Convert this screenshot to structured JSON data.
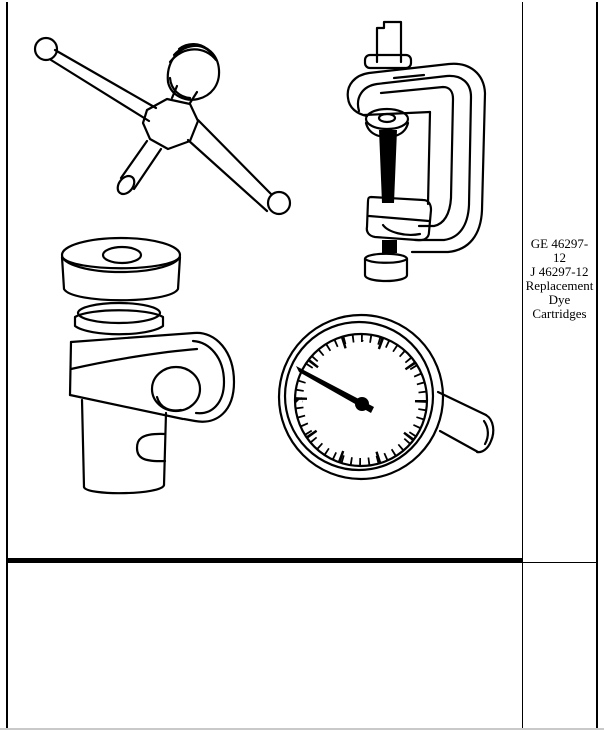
{
  "document": {
    "colors": {
      "ink": "#000000",
      "paper": "#ffffff",
      "faint_rule": "#c9c9c9"
    },
    "table": {
      "label_cell": {
        "lines": [
          "GE 46297-",
          "12",
          "J 46297-12",
          "Replacement",
          "Dye",
          "Cartridges"
        ],
        "text": "GE 46297-12 J 46297-12 Replacement Dye Cartridges"
      },
      "illustration_cell": {
        "drawings": [
          {
            "name": "cross-handle-driver",
            "description": "X-shaped cross handle with ball ends and knurled adapter"
          },
          {
            "name": "c-clamp",
            "description": "C-clamp frame with threaded screw, anvil block and foot"
          },
          {
            "name": "swivel-clamp-fixture",
            "description": "Knurled thumbwheel swivel clamp fixture"
          },
          {
            "name": "dial-indicator",
            "description": "Dial indicator gauge with needle and mounting stem"
          }
        ]
      },
      "second_row": {
        "content": ""
      }
    }
  }
}
